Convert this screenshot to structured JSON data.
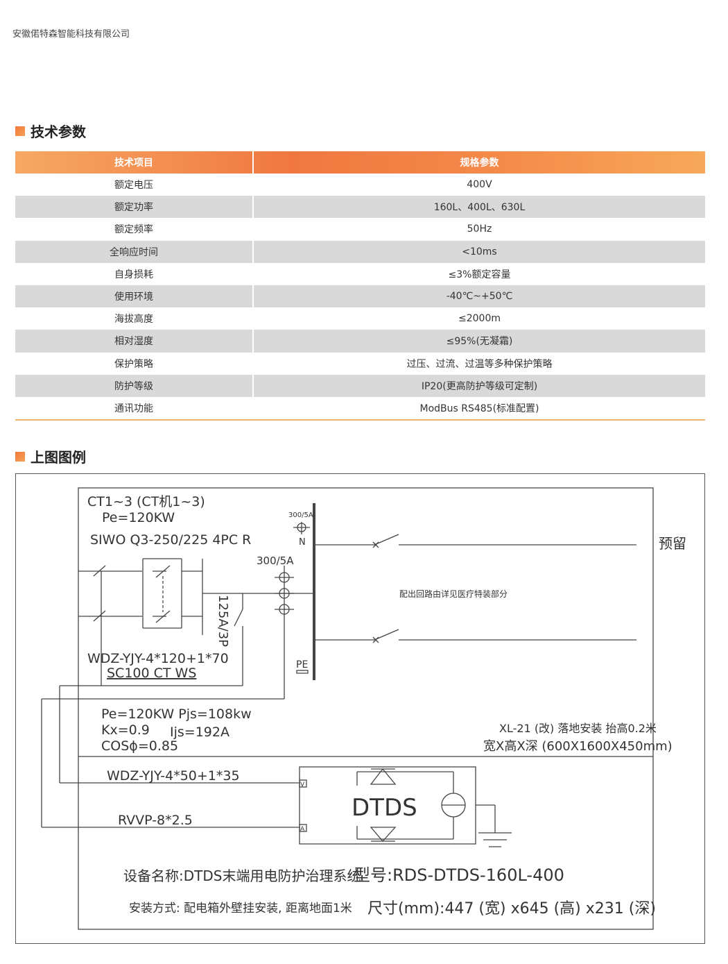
{
  "header": {
    "company": "安徽偌特森智能科技有限公司"
  },
  "section_specs": {
    "title": "技术参数"
  },
  "spec_table": {
    "columns": [
      "技术项目",
      "规格参数"
    ],
    "rows": [
      [
        "额定电压",
        "400V"
      ],
      [
        "额定功率",
        "160L、400L、630L"
      ],
      [
        "额定频率",
        "50Hz"
      ],
      [
        "全响应时间",
        "<10ms"
      ],
      [
        "自身损耗",
        "≤3%额定容量"
      ],
      [
        "使用环境",
        "-40℃~+50℃"
      ],
      [
        "海拔高度",
        "≤2000m"
      ],
      [
        "相对湿度",
        "≤95%(无凝霜)"
      ],
      [
        "保护策略",
        "过压、过流、过温等多种保护策略"
      ],
      [
        "防护等级",
        "IP20(更高防护等级可定制)"
      ],
      [
        "通讯功能",
        "ModBus RS485(标准配置)"
      ]
    ]
  },
  "section_diagram": {
    "title": "上图图例"
  },
  "diagram": {
    "ct_label": "CT1~3 (CT机1~3)",
    "pe_rating": "Pe=120KW",
    "breaker_model": "SIWO Q3-250/225 4PC R",
    "ct_small": "300/5A",
    "neutral": "N",
    "ct_main": "300/5A",
    "switch_rating": "125A/3P",
    "cable_main": "WDZ-YJY-4*120+1*70",
    "conduit": "SC100 CT WS",
    "pe_bar": "PE",
    "reserved": "预留",
    "branch_note": "配出回路由详见医疗特装部分",
    "calc_line1": "Pe=120KW Pjs=108kw",
    "calc_kx": "Kx=0.9",
    "calc_ijs": "Ijs=192A",
    "calc_cos": "COSϕ=0.85",
    "cabinet_model": "XL-21 (改)  落地安装  抬高0.2米",
    "cabinet_size": "宽X高X深 (600X1600X450mm)",
    "cable_dtds": "WDZ-YJY-4*50+1*35",
    "cable_signal": "RVVP-8*2.5",
    "dtds_label": "DTDS",
    "port_v": "V",
    "port_a": "A",
    "device_name": "设备名称:DTDS末端用电防护治理系统",
    "model_no": "型号:RDS-DTDS-160L-400",
    "install": "安装方式: 配电箱外壁挂安装, 距离地面1米",
    "dims": "尺寸(mm):447 (宽) x645 (高) x231 (深)"
  }
}
